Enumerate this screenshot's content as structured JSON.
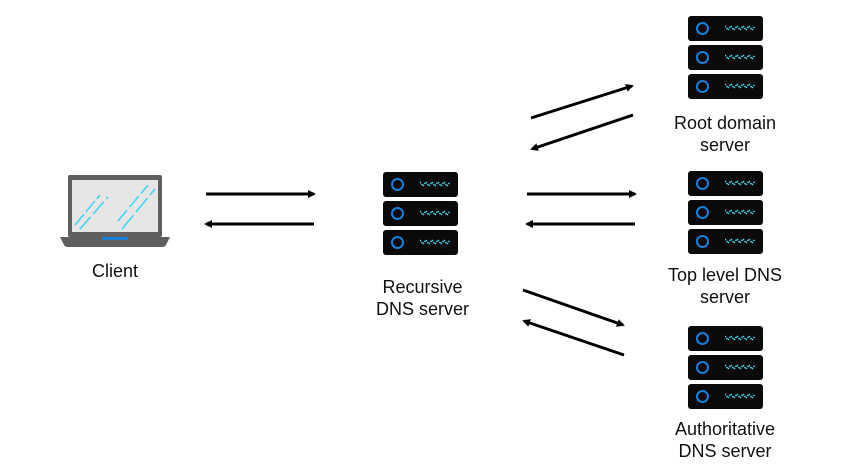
{
  "nodes": {
    "client": {
      "label": "Client"
    },
    "recursive": {
      "label_line1": "Recursive",
      "label_line2": "DNS server"
    },
    "root": {
      "label_line1": "Root domain",
      "label_line2": "server"
    },
    "tld": {
      "label_line1": "Top level DNS",
      "label_line2": "server"
    },
    "authoritative": {
      "label_line1": "Authoritative",
      "label_line2": "DNS server"
    }
  },
  "colors": {
    "server_body": "#0a0a0a",
    "server_led": "#1a7fd6",
    "server_vent": "#4fd0e8",
    "laptop_frame": "#5f5f5f",
    "laptop_screen": "#e6e6e6",
    "laptop_glare": "#3fd2f5",
    "arrow": "#000000"
  },
  "edges": [
    {
      "from": "client",
      "to": "recursive",
      "direction": "request"
    },
    {
      "from": "recursive",
      "to": "client",
      "direction": "response"
    },
    {
      "from": "recursive",
      "to": "root",
      "direction": "request"
    },
    {
      "from": "root",
      "to": "recursive",
      "direction": "response"
    },
    {
      "from": "recursive",
      "to": "tld",
      "direction": "request"
    },
    {
      "from": "tld",
      "to": "recursive",
      "direction": "response"
    },
    {
      "from": "recursive",
      "to": "authoritative",
      "direction": "request"
    },
    {
      "from": "authoritative",
      "to": "recursive",
      "direction": "response"
    }
  ]
}
